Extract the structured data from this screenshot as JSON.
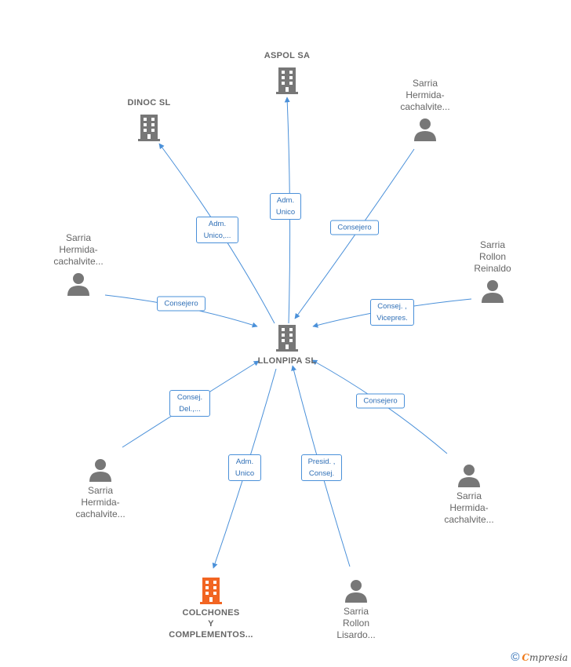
{
  "colors": {
    "edge": "#4a90d9",
    "node_gray": "#777777",
    "highlight": "#f26522"
  },
  "nodes": {
    "center": {
      "label": "LLONPIPA SL",
      "icon": "building-icon"
    },
    "aspol": {
      "label": "ASPOL SA",
      "icon": "building-icon"
    },
    "dinoc": {
      "label": "DINOC SL",
      "icon": "building-icon"
    },
    "colchones": {
      "label": "COLCHONES\nY\nCOMPLEMENTOS...",
      "icon": "building-icon"
    },
    "p_top_right": {
      "label": "Sarria\nHermida-\ncachalvite...",
      "icon": "person-icon"
    },
    "p_left": {
      "label": "Sarria\nHermida-\ncachalvite...",
      "icon": "person-icon"
    },
    "p_reinaldo": {
      "label": "Sarria\nRollon\nReinaldo",
      "icon": "person-icon"
    },
    "p_bottom_left": {
      "label": "Sarria\nHermida-\ncachalvite...",
      "icon": "person-icon"
    },
    "p_bottom_right": {
      "label": "Sarria\nHermida-\ncachalvite...",
      "icon": "person-icon"
    },
    "p_lisardo": {
      "label": "Sarria\nRollon\nLisardo...",
      "icon": "person-icon"
    }
  },
  "edges": {
    "aspol": "Adm.\nUnico",
    "dinoc": "Adm.\nUnico,...",
    "p_top_right": "Consejero",
    "p_left": "Consejero",
    "p_reinaldo": "Consej. ,\nVicepres.",
    "p_bottom_left": "Consej.\nDel.,...",
    "colchones": "Adm.\nUnico",
    "p_lisardo": "Presid. ,\nConsej.",
    "p_bottom_right": "Consejero"
  },
  "footer": {
    "copyright": "©",
    "brand_initial": "C",
    "brand_rest": "mpresia"
  }
}
